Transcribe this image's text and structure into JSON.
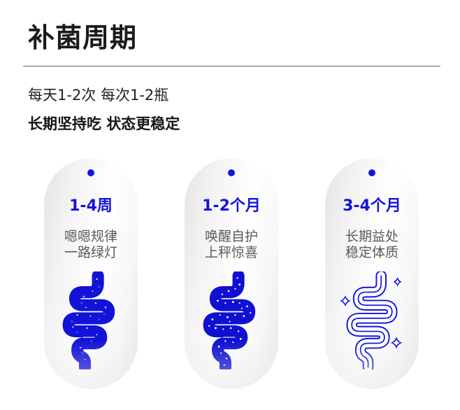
{
  "header": {
    "title": "补菌周期",
    "subtitle_line1": "每天1-2次 每次1-2瓶",
    "subtitle_line2": "长期坚持吃 状态更稳定"
  },
  "colors": {
    "accent_blue": "#1414e0",
    "text_dark": "#1b1b1b",
    "text_gray": "#5a5a5a",
    "pill_bg": "#f0f0f0"
  },
  "stages": [
    {
      "period": "1-4周",
      "desc_line1": "嗯嗯规律",
      "desc_line2": "一路绿灯",
      "icon": "intestine-filled-sparse-icon"
    },
    {
      "period": "1-2个月",
      "desc_line1": "唤醒自护",
      "desc_line2": "上秤惊喜",
      "icon": "intestine-filled-dense-icon"
    },
    {
      "period": "3-4个月",
      "desc_line1": "长期益处",
      "desc_line2": "稳定体质",
      "icon": "intestine-outline-sparkles-icon"
    }
  ]
}
